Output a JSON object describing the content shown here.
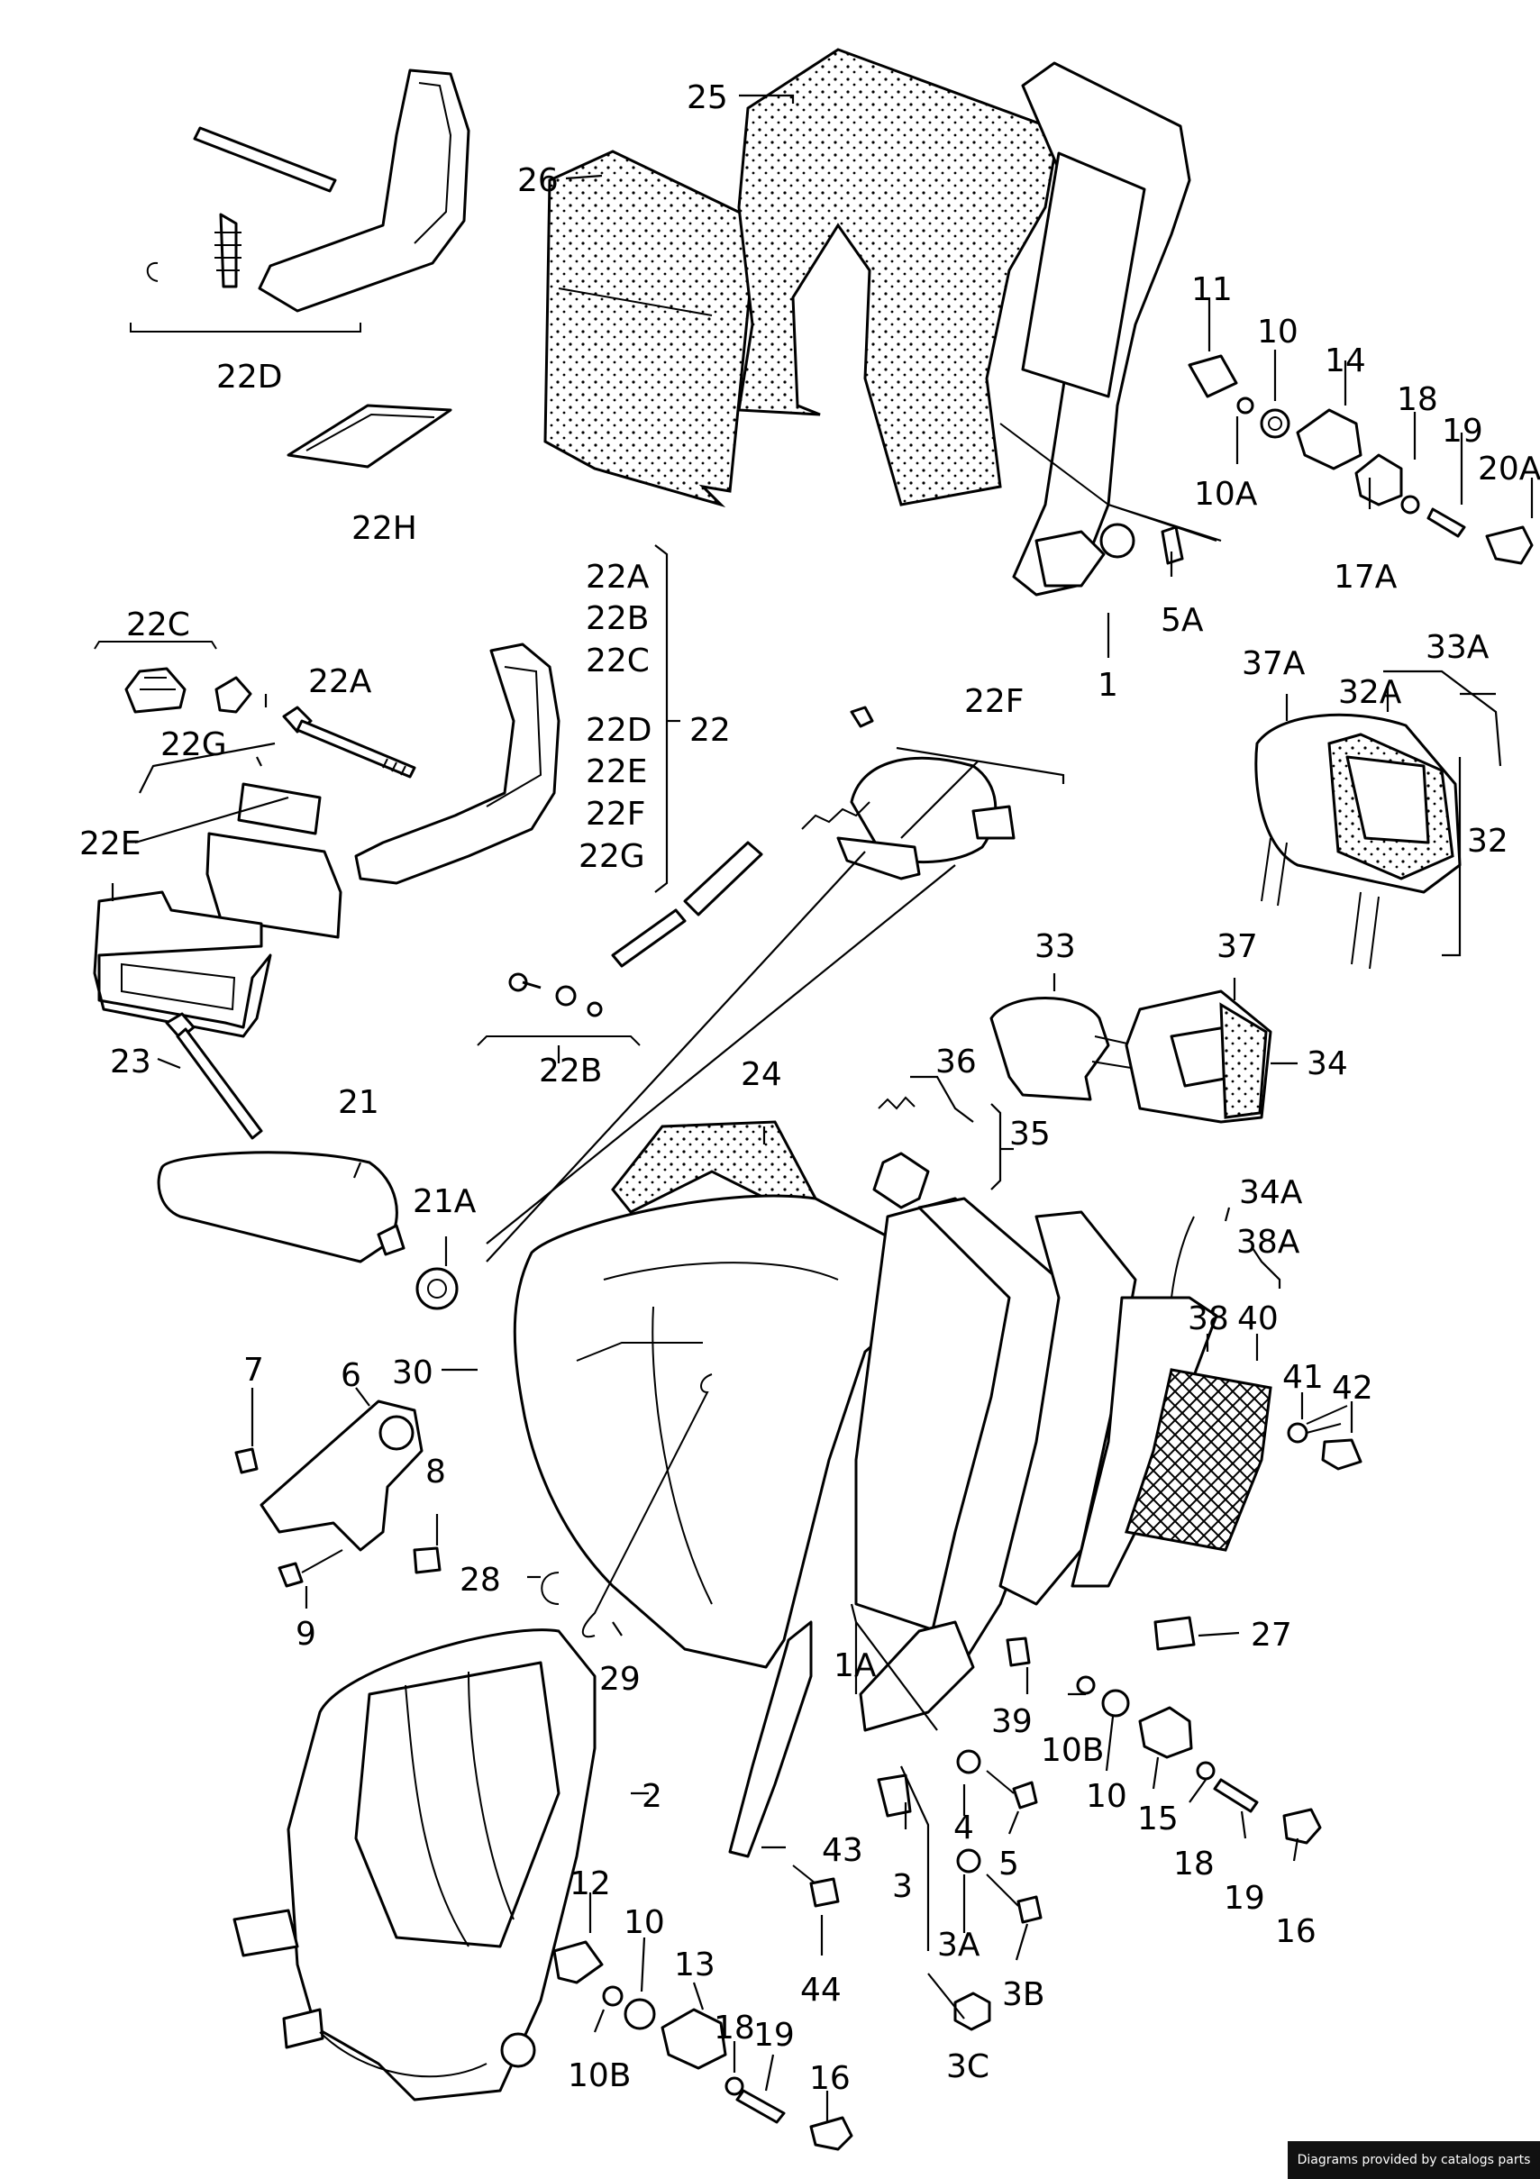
{
  "diagram": {
    "callouts": {
      "c25": "25",
      "c26": "26",
      "c22D": "22D",
      "c22H": "22H",
      "c11": "11",
      "c10a": "10",
      "c14": "14",
      "c18a": "18",
      "c19a": "19",
      "c20A": "20A",
      "c10A": "10A",
      "c17A": "17A",
      "c5A": "5A",
      "c1": "1",
      "c22A_top": "22A",
      "c22B_top": "22B",
      "c22C_top": "22C",
      "c22D_list": "22D",
      "c22E_list": "22E",
      "c22F_list": "22F",
      "c22G_list": "22G",
      "c22": "22",
      "c22C": "22C",
      "c22A": "22A",
      "c22G": "22G",
      "c22E": "22E",
      "c22F": "22F",
      "c22B": "22B",
      "c37A": "37A",
      "c32A": "32A",
      "c33A": "33A",
      "c32": "32",
      "c33": "33",
      "c37": "37",
      "c34": "34",
      "c24": "24",
      "c36": "36",
      "c35": "35",
      "c23": "23",
      "c21": "21",
      "c21A": "21A",
      "c34A": "34A",
      "c38A": "38A",
      "c38": "38",
      "c40": "40",
      "c41": "41",
      "c42": "42",
      "c7": "7",
      "c6": "6",
      "c30": "30",
      "c8": "8",
      "c28": "28",
      "c9": "9",
      "c29": "29",
      "c1A": "1A",
      "c27": "27",
      "c39": "39",
      "c10B_r": "10B",
      "c10_r": "10",
      "c15": "15",
      "c18_r": "18",
      "c19_r": "19",
      "c16_r": "16",
      "c2": "2",
      "c43": "43",
      "c4": "4",
      "c5": "5",
      "c3": "3",
      "c3A": "3A",
      "c3B": "3B",
      "c3C": "3C",
      "c44": "44",
      "c12": "12",
      "c10_b": "10",
      "c13": "13",
      "c18_b": "18",
      "c19_b": "19",
      "c16_b": "16",
      "c10B_b": "10B"
    },
    "credit": "Diagrams provided by catalogs parts"
  }
}
